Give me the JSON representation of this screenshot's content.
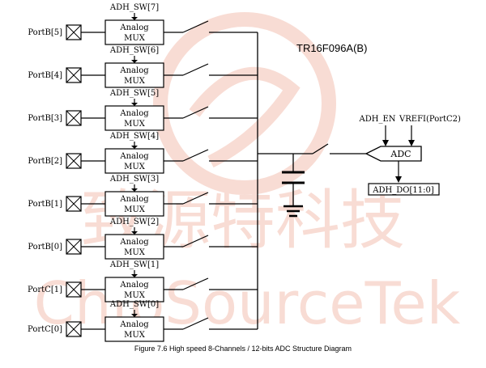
{
  "diagram": {
    "chip_label": "TR16F096A(B)",
    "caption": "Figure 7.6    High speed 8-Channels / 12-bits ADC Structure Diagram",
    "mux_label_top": "Analog",
    "mux_label_bottom": "MUX",
    "channels": [
      {
        "switch": "ADH_SW[7]",
        "pin": "PortB[5]"
      },
      {
        "switch": "ADH_SW[6]",
        "pin": "PortB[4]"
      },
      {
        "switch": "ADH_SW[5]",
        "pin": "PortB[3]"
      },
      {
        "switch": "ADH_SW[4]",
        "pin": "PortB[2]"
      },
      {
        "switch": "ADH_SW[3]",
        "pin": "PortB[1]"
      },
      {
        "switch": "ADH_SW[2]",
        "pin": "PortB[0]"
      },
      {
        "switch": "ADH_SW[1]",
        "pin": "PortC[1]"
      },
      {
        "switch": "ADH_SW[0]",
        "pin": "PortC[0]"
      }
    ],
    "adc": {
      "label": "ADC",
      "enable_signal": "ADH_EN",
      "reference_signal": "VREFI(PortC2)",
      "output": "ADH_DO[11:0]"
    }
  },
  "watermark": {
    "chinese_text": "致源特科技",
    "latin_text": "ChipSourceTek"
  },
  "colors": {
    "line": "#000000",
    "watermark": "#f3c0b2"
  }
}
